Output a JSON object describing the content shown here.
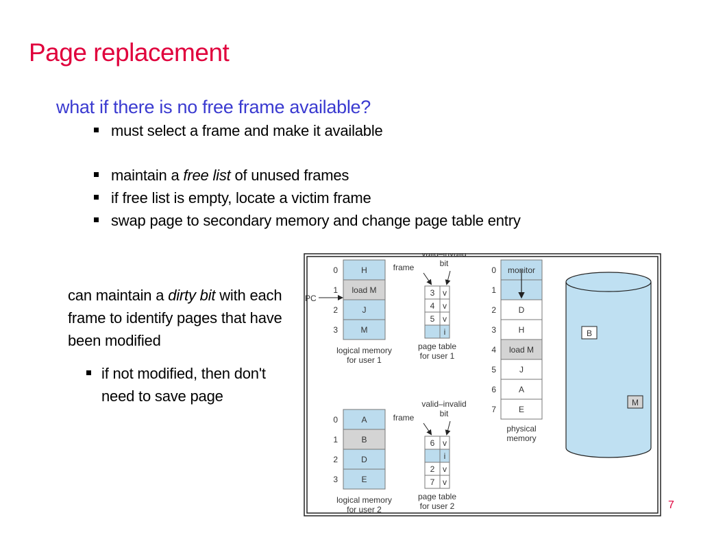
{
  "slide": {
    "title": "Page replacement",
    "subheading": "what if there is no free frame available?",
    "bullets": [
      {
        "text": "must select a frame and make it available"
      },
      {
        "pre": "maintain a ",
        "em": "free list",
        "post": " of unused frames"
      },
      {
        "text": "if free list is empty, locate a victim frame"
      },
      {
        "text": "swap page to secondary memory and change page table entry"
      }
    ],
    "dirty_note": {
      "pre": "can maintain a ",
      "em": "dirty bit",
      "post": " with each frame to identify pages that have been modified"
    },
    "dirty_sub_bullet": "if not modified, then don't need to save page",
    "page_number": "7"
  },
  "figure": {
    "colors": {
      "box_fill": "#bcdcee",
      "gray_fill": "#d4d4d4",
      "white_fill": "#ffffff",
      "disk_fill": "#bfe0f2"
    },
    "user1": {
      "indices": [
        "0",
        "1",
        "2",
        "3"
      ],
      "pages": [
        "H",
        "load M",
        "J",
        "M"
      ],
      "pc_label": "PC",
      "caption": [
        "logical memory",
        "for user 1"
      ],
      "table_frames": [
        "3",
        "4",
        "5",
        ""
      ],
      "table_bits": [
        "v",
        "v",
        "v",
        "i"
      ],
      "table_caption": [
        "page table",
        "for user 1"
      ]
    },
    "user2": {
      "indices": [
        "0",
        "1",
        "2",
        "3"
      ],
      "pages": [
        "A",
        "B",
        "D",
        "E"
      ],
      "caption": [
        "logical memory",
        "for user 2"
      ],
      "table_frames": [
        "6",
        "",
        "2",
        "7"
      ],
      "table_bits": [
        "v",
        "i",
        "v",
        "v"
      ],
      "table_caption": [
        "page table",
        "for user 2"
      ]
    },
    "frame_label": "frame",
    "valid_label": [
      "valid–invalid",
      "bit"
    ],
    "physical": {
      "indices": [
        "0",
        "1",
        "2",
        "3",
        "4",
        "5",
        "6",
        "7"
      ],
      "frames": [
        "monitor",
        "",
        "D",
        "H",
        "load M",
        "J",
        "A",
        "E"
      ],
      "caption": [
        "physical",
        "memory"
      ]
    },
    "disk": {
      "labels": [
        "B",
        "M"
      ]
    }
  }
}
